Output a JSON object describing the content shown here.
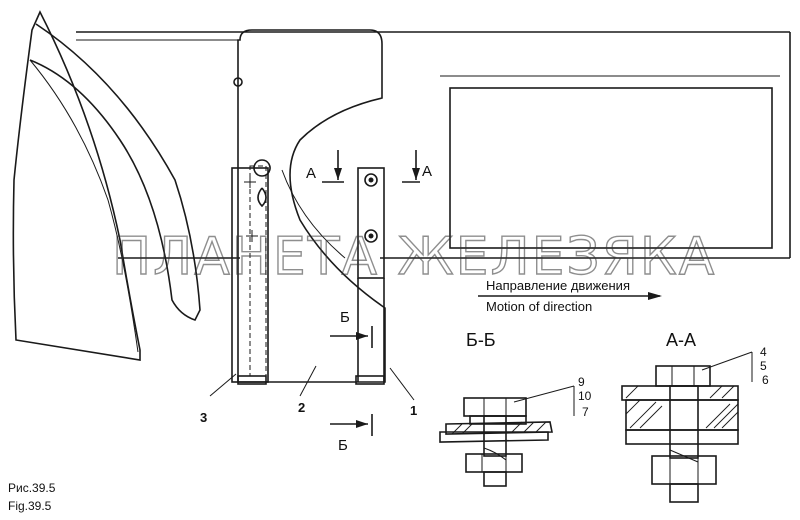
{
  "watermark": "ПЛАНЕТА ЖЕЛЕЗЯКА",
  "direction": {
    "ru": "Направление движения",
    "en": "Motion of direction"
  },
  "section_marks": {
    "a_left": "А",
    "a_right": "А",
    "b_top": "Б",
    "b_bottom": "Б"
  },
  "section_titles": {
    "bb": "Б-Б",
    "aa": "А-А"
  },
  "callouts": {
    "main": [
      "3",
      "2",
      "1"
    ],
    "bb": [
      "9",
      "10",
      "7"
    ],
    "aa": [
      "4",
      "5",
      "6"
    ]
  },
  "caption": {
    "ru": "Рис.39.5",
    "en": "Fig.39.5"
  }
}
